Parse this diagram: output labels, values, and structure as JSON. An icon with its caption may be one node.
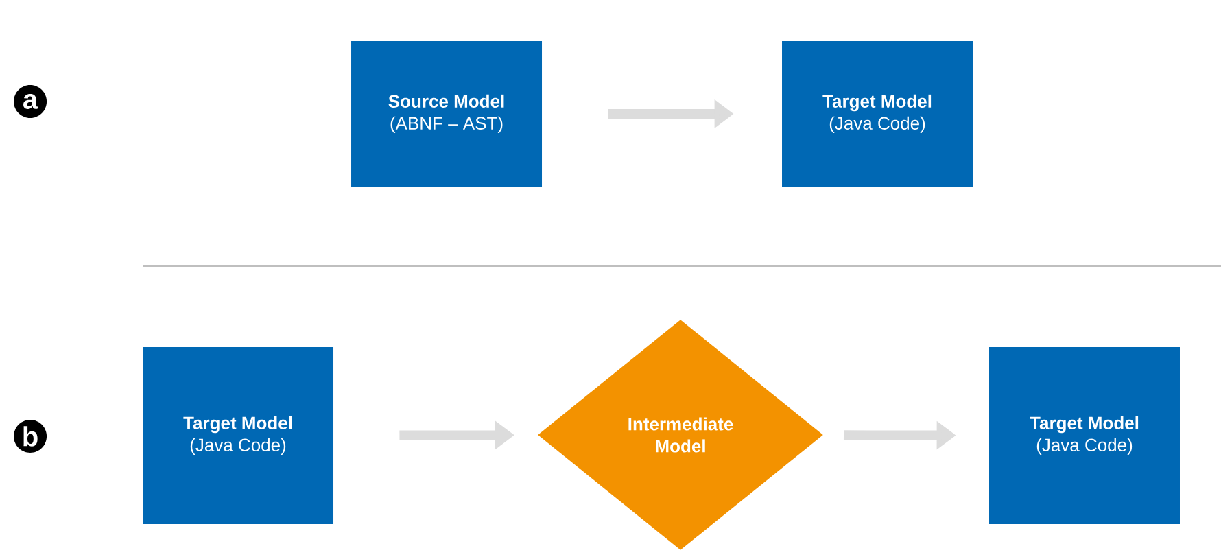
{
  "diagram": {
    "nodes": [
      {
        "text": [
          "a"
        ]
      },
      {
        "text": [
          "Source Model",
          "(ABNF – AST)"
        ]
      },
      {
        "text": [
          "Target Model",
          "(Java Code)"
        ]
      },
      {
        "text": [
          "b"
        ]
      },
      {
        "text": [
          "Target Model",
          "(Java Code)"
        ]
      },
      {
        "text": [
          "Intermediate Model"
        ]
      },
      {
        "text": [
          "Target Model",
          "(Java Code)"
        ]
      }
    ],
    "edges": [
      {
        "from": 1,
        "to": 2,
        "arrow": "to"
      },
      {
        "from": 4,
        "to": 5,
        "arrow": "to"
      },
      {
        "from": 5,
        "to": 6,
        "arrow": "to"
      }
    ]
  }
}
